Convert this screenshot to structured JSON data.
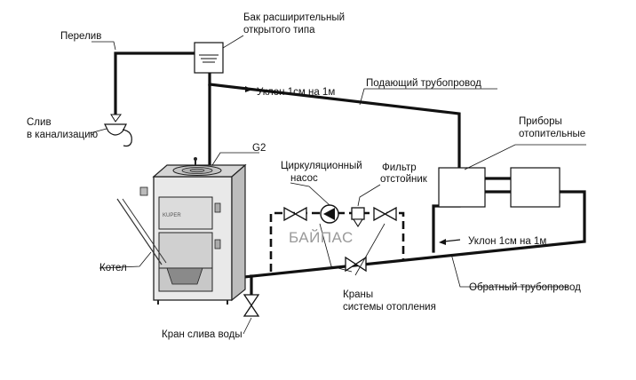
{
  "labels": {
    "tank_line1": "Бак расширительный",
    "tank_line2": "открытого типа",
    "overflow": "Перелив",
    "drain_line1": "Слив",
    "drain_line2": "в канализацию",
    "slope_top": "Уклон 1см на 1м",
    "supply_pipe": "Подающий трубопровод",
    "radiators_line1": "Приборы",
    "radiators_line2": "отопительные",
    "g2": "G2",
    "pump_line1": "Циркуляционный",
    "pump_line2": "насос",
    "filter_line1": "Фильтр",
    "filter_line2": "отстойник",
    "bypass": "БАЙПАС",
    "slope_bottom": "Уклон 1см на 1м",
    "boiler": "Котел",
    "return_pipe": "Обратный трубопровод",
    "valves_line1": "Краны",
    "valves_line2": "системы отопления",
    "drain_valve": "Кран слива воды",
    "boiler_brand": "KUPER"
  },
  "icons": {
    "pump": "circulation-pump-icon",
    "filter": "sediment-filter-icon",
    "valve": "ball-valve-icon",
    "drain": "drain-funnel-icon"
  }
}
